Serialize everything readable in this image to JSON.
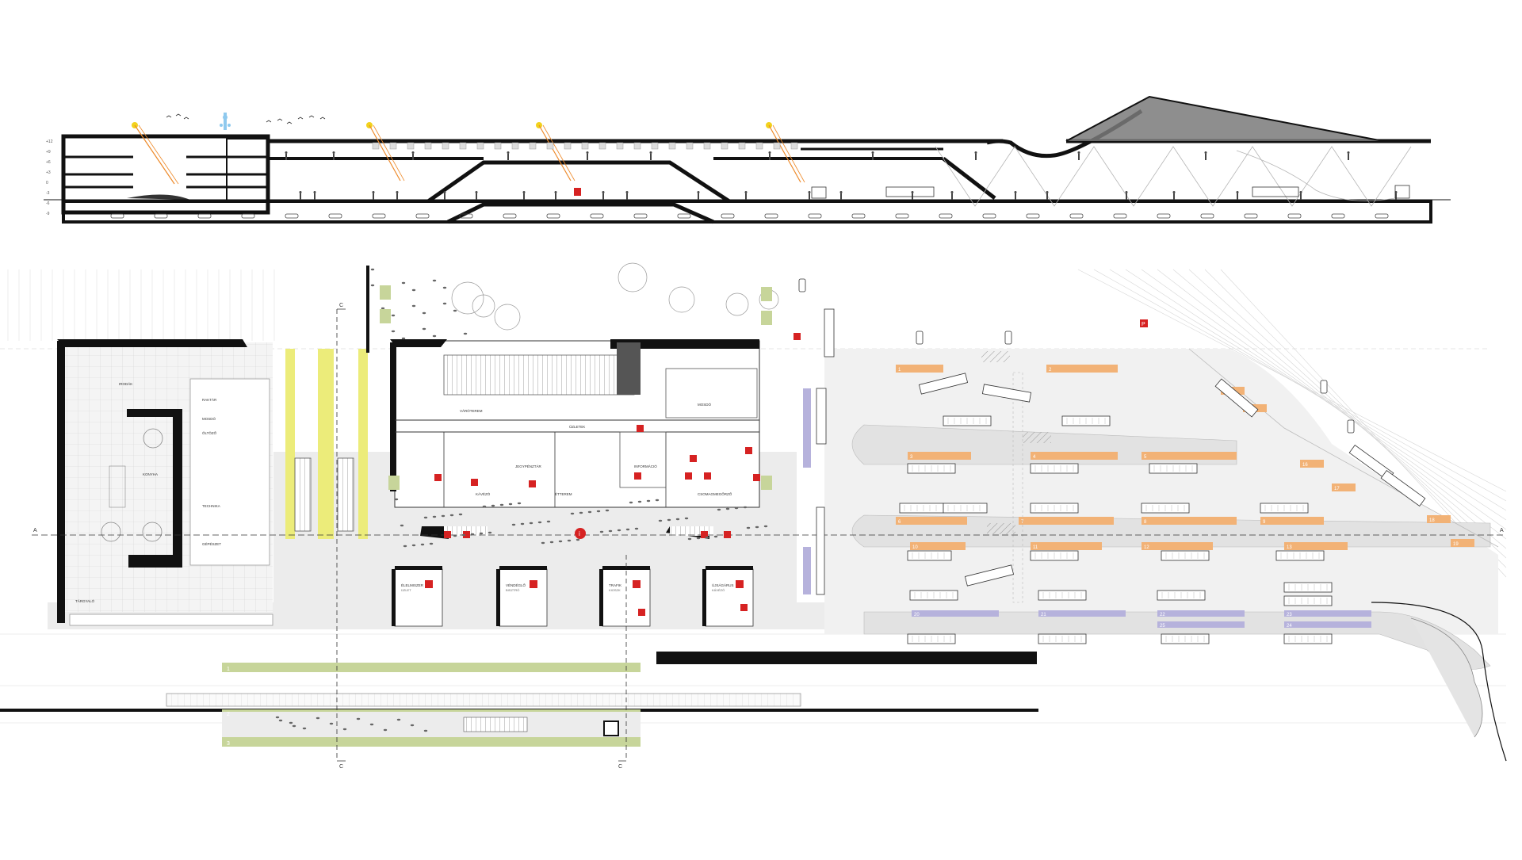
{
  "section": {
    "level_labels": [
      "+12",
      "+9",
      "+6",
      "+3",
      "0",
      "-3",
      "-6",
      "-9"
    ]
  },
  "plan": {
    "axis_marks": {
      "a_left": "A",
      "a_right": "A",
      "c_top": "C",
      "c_bottom_left": "C",
      "c_bottom_right": "C"
    },
    "info_marker": "i",
    "parking_marker": "P",
    "station_rooms": [
      "VÁRÓTEREM",
      "JEGYPÉNZTÁR",
      "INFORMÁCIÓ",
      "MOSDÓ",
      "ÜZLETEK",
      "KÁVÉZÓ",
      "ÉTTEREM",
      "CSOMAGMEGŐRZŐ"
    ],
    "left_block_rooms": [
      "IRODÁK",
      "TÁRGYALÓ",
      "RAKTÁR",
      "MOSDÓ",
      "ÖLTÖZŐ",
      "TECHNIKA",
      "GÉPÉSZET",
      "KONYHA"
    ],
    "kiosks": [
      {
        "name": "ÉLELMISZER",
        "sub": "ÜZLET"
      },
      {
        "name": "VÉNDÉGLŐ",
        "sub": "BISZTRÓ"
      },
      {
        "name": "TRAFIK",
        "sub": "KIOSZK"
      },
      {
        "name": "ÚJSÁGÁRUS",
        "sub": "KÁVÉZÓ"
      }
    ],
    "rail_platforms": [
      "1",
      "2",
      "3"
    ],
    "bus_bays": {
      "orange": [
        "1",
        "2",
        "3",
        "4",
        "5",
        "6",
        "7",
        "8",
        "9",
        "10",
        "11",
        "12",
        "13",
        "14",
        "15",
        "16",
        "17",
        "18",
        "19"
      ],
      "purple": [
        "20",
        "21",
        "22",
        "23",
        "24",
        "25"
      ]
    }
  },
  "colors": {
    "wall": "#111111",
    "concrete": "#e6e6e6",
    "pavement": "#ececec",
    "yellow": "#ecec7a",
    "orange": "#f2b276",
    "purple": "#b6b2dc",
    "green": "#c7d59a",
    "accent_red": "#d62222",
    "sun": "#f2d21c",
    "ray": "#ee8a2a",
    "roof": "#7a7a7a",
    "water": "#8ec9ee"
  }
}
